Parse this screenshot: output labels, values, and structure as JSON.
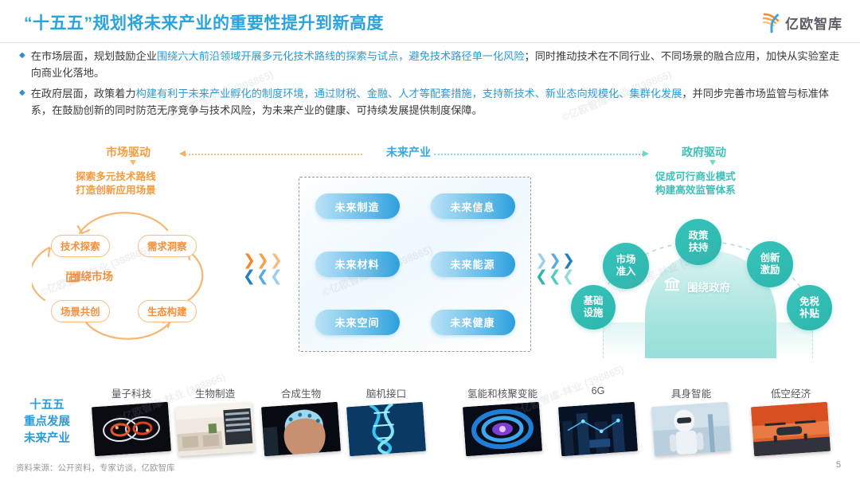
{
  "header": {
    "title": "“十五五”规划将未来产业的重要性提升到新高度",
    "logo_text": "亿欧智库",
    "accent_blue": "#2aa3dd",
    "accent_orange": "#f3903c",
    "accent_teal": "#2bb5ad"
  },
  "bullets": [
    {
      "mark": "◆",
      "segments": [
        {
          "text": "在市场层面，规划鼓励企业",
          "hl": false
        },
        {
          "text": "围绕六大前沿领域开展多元化技术路线的探索与试点，避免技术路径单一化风险",
          "hl": true
        },
        {
          "text": "；同时推动技术在不同行业、不同场景的融合应用，加快从实验室走向商业化落地。",
          "hl": false
        }
      ]
    },
    {
      "mark": "◆",
      "segments": [
        {
          "text": "在政府层面，政策着力",
          "hl": false
        },
        {
          "text": "构建有利于未来产业孵化的制度环境，通过财税、金融、人才等配套措施，支持新技术、新业态向规模化、集群化发展",
          "hl": true
        },
        {
          "text": "，并同步完善市场监管与标准体系，在鼓励创新的同时防范无序竞争与技术风险，为未来产业的健康、可持续发展提供制度保障。",
          "hl": false
        }
      ]
    }
  ],
  "bands": {
    "market_label": "市场驱动",
    "future_label": "未来产业",
    "gov_label": "政府驱动",
    "market_caption_line1": "探索多元技术路线",
    "market_caption_line2": "打造创新应用场景",
    "gov_caption_line1": "促成可行商业模式",
    "gov_caption_line2": "构建高效监管体系"
  },
  "market_wheel": {
    "center_label": "围绕市场",
    "nodes": [
      {
        "label": "技术探索"
      },
      {
        "label": "需求洞察"
      },
      {
        "label": "场景共创"
      },
      {
        "label": "生态构建"
      }
    ]
  },
  "future_industries": [
    {
      "label": "未来制造"
    },
    {
      "label": "未来信息"
    },
    {
      "label": "未来材料"
    },
    {
      "label": "未来能源"
    },
    {
      "label": "未来空间"
    },
    {
      "label": "未来健康"
    }
  ],
  "gov_wheel": {
    "center_label": "围绕政府",
    "nodes": [
      {
        "label_line1": "基础",
        "label_line2": "设施"
      },
      {
        "label_line1": "市场",
        "label_line2": "准入"
      },
      {
        "label_line1": "政策",
        "label_line2": "扶持"
      },
      {
        "label_line1": "创新",
        "label_line2": "激励"
      },
      {
        "label_line1": "免税",
        "label_line2": "补贴"
      }
    ]
  },
  "bottom": {
    "side_label_line1": "十五五",
    "side_label_line2": "重点发展",
    "side_label_line3": "未来产业",
    "cards": [
      {
        "caption": "量子科技",
        "theme": "quantum"
      },
      {
        "caption": "生物制造",
        "theme": "biolab"
      },
      {
        "caption": "合成生物",
        "theme": "brainman"
      },
      {
        "caption": "脑机接口",
        "theme": "dna"
      },
      {
        "caption": "氢能和核聚变能",
        "theme": "fusion"
      },
      {
        "caption": "6G",
        "theme": "city6g"
      },
      {
        "caption": "具身智能",
        "theme": "robot"
      },
      {
        "caption": "低空经济",
        "theme": "drone"
      }
    ]
  },
  "footer": {
    "source": "资料来源：公开资料，专家访谈，亿欧智库",
    "page_number": "5"
  },
  "watermark": "©亿欧智库-林业 (398865)"
}
